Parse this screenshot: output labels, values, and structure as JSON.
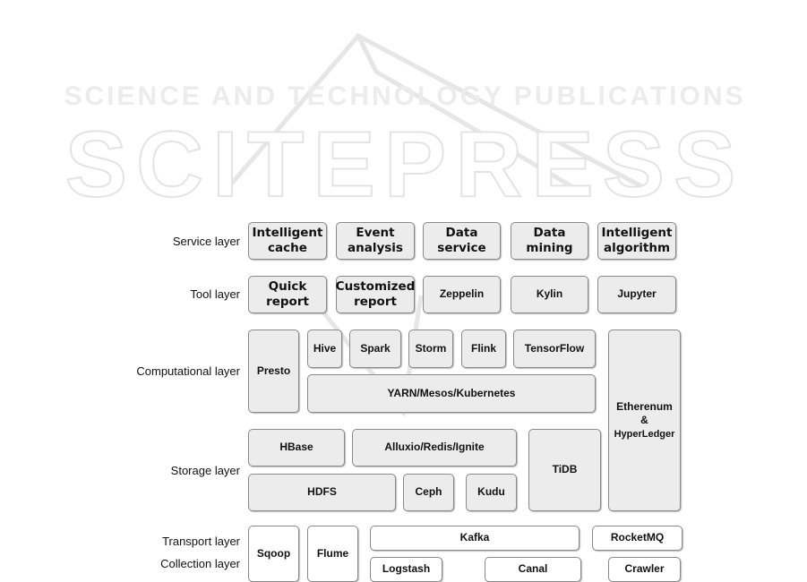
{
  "watermark": {
    "title": "SCITEPRESS",
    "subtitle": "SCIENCE AND TECHNOLOGY PUBLICATIONS"
  },
  "layers": {
    "service": "Service layer",
    "tool": "Tool layer",
    "computational": "Computational layer",
    "storage": "Storage layer",
    "transport": "Transport layer",
    "collection": "Collection layer"
  },
  "service": [
    "Intelligent cache",
    "Event analysis",
    "Data service",
    "Data mining",
    "Intelligent algorithm"
  ],
  "tool": [
    "Quick report",
    "Customized report",
    "Zeppelin",
    "Kylin",
    "Jupyter"
  ],
  "computational": {
    "presto": "Presto",
    "hive": "Hive",
    "spark": "Spark",
    "storm": "Storm",
    "flink": "Flink",
    "tensorflow": "TensorFlow",
    "yarn": "YARN/Mesos/Kubernetes",
    "ethereum": "Etherenum",
    "amp": "&",
    "hyperledger": "HyperLedger"
  },
  "storage": {
    "hbase": "HBase",
    "alluxio": "Alluxio/Redis/Ignite",
    "tidb": "TiDB",
    "hdfs": "HDFS",
    "ceph": "Ceph",
    "kudu": "Kudu"
  },
  "transport": {
    "sqoop": "Sqoop",
    "flume": "Flume",
    "kafka": "Kafka",
    "rocketmq": "RocketMQ",
    "logstash": "Logstash",
    "canal": "Canal",
    "crawler": "Crawler"
  }
}
